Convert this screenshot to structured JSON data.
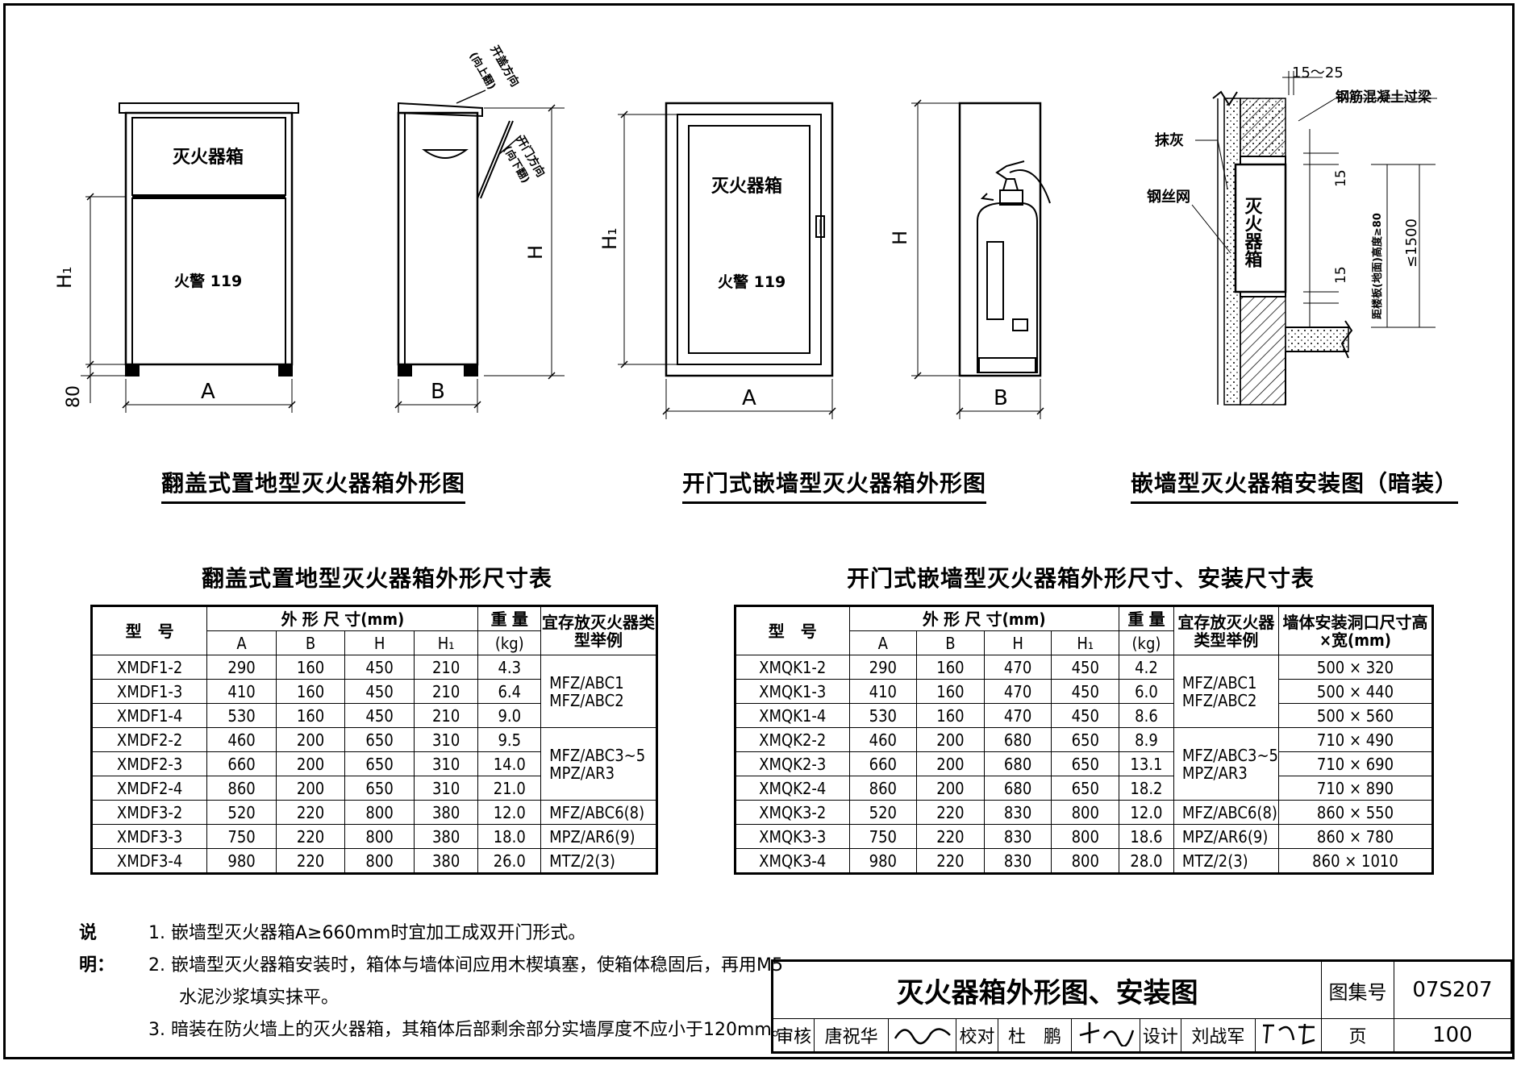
{
  "drawings": {
    "flip_box_label": "灭火器箱",
    "flip_box_phone": "火警 119",
    "flip_open_note": "开盖方向",
    "flip_open_note2": "(向上翻)",
    "flip_door_note": "开门方向",
    "flip_door_note2": "(向下翻)",
    "dim_H1": "H₁",
    "dim_80": "80",
    "dim_A": "A",
    "dim_B": "B",
    "dim_H": "H",
    "wall_box_label": "灭火器箱",
    "wall_box_phone": "火警 119",
    "install_dim_top": "15～25",
    "install_beam": "钢筋混凝土过梁",
    "install_plaster": "抹灰",
    "install_mesh": "钢丝网",
    "install_box_label": "灭火器箱",
    "install_15a": "15",
    "install_15b": "15",
    "install_height": "距楼板(地面)高度≥80",
    "install_1500": "≤1500"
  },
  "section_titles": {
    "flip": "翻盖式置地型灭火器箱外形图",
    "wall": "开门式嵌墙型灭火器箱外形图",
    "install": "嵌墙型灭火器箱安装图（暗装）"
  },
  "table1": {
    "title": "翻盖式置地型灭火器箱外形尺寸表",
    "h_model": "型　号",
    "h_dims": "外 形 尺 寸(mm)",
    "h_weight": "重 量",
    "h_weight_unit": "(kg)",
    "h_type": "宜存放灭火器类型举例",
    "cols": [
      "A",
      "B",
      "H",
      "H₁"
    ],
    "rows": [
      [
        "XMDF1-2",
        "290",
        "160",
        "450",
        "210",
        "4.3"
      ],
      [
        "XMDF1-3",
        "410",
        "160",
        "450",
        "210",
        "6.4"
      ],
      [
        "XMDF1-4",
        "530",
        "160",
        "450",
        "210",
        "9.0"
      ],
      [
        "XMDF2-2",
        "460",
        "200",
        "650",
        "310",
        "9.5"
      ],
      [
        "XMDF2-3",
        "660",
        "200",
        "650",
        "310",
        "14.0"
      ],
      [
        "XMDF2-4",
        "860",
        "200",
        "650",
        "310",
        "21.0"
      ],
      [
        "XMDF3-2",
        "520",
        "220",
        "800",
        "380",
        "12.0"
      ],
      [
        "XMDF3-3",
        "750",
        "220",
        "800",
        "380",
        "18.0"
      ],
      [
        "XMDF3-4",
        "980",
        "220",
        "800",
        "380",
        "26.0"
      ]
    ],
    "types": [
      "MFZ/ABC1\nMFZ/ABC2",
      "MFZ/ABC3~5\nMPZ/AR3",
      "MFZ/ABC6(8)",
      "MPZ/AR6(9)",
      "MTZ/2(3)"
    ]
  },
  "table2": {
    "title": "开门式嵌墙型灭火器箱外形尺寸、安装尺寸表",
    "h_model": "型　号",
    "h_dims": "外 形 尺 寸(mm)",
    "h_weight": "重 量",
    "h_weight_unit": "(kg)",
    "h_type": "宜存放灭火器类型举例",
    "h_opening": "墙体安装洞口尺寸高×宽(mm)",
    "cols": [
      "A",
      "B",
      "H",
      "H₁"
    ],
    "rows": [
      [
        "XMQK1-2",
        "290",
        "160",
        "470",
        "450",
        "4.2",
        "500 × 320"
      ],
      [
        "XMQK1-3",
        "410",
        "160",
        "470",
        "450",
        "6.0",
        "500 × 440"
      ],
      [
        "XMQK1-4",
        "530",
        "160",
        "470",
        "450",
        "8.6",
        "500 × 560"
      ],
      [
        "XMQK2-2",
        "460",
        "200",
        "680",
        "650",
        "8.9",
        "710 × 490"
      ],
      [
        "XMQK2-3",
        "660",
        "200",
        "680",
        "650",
        "13.1",
        "710 × 690"
      ],
      [
        "XMQK2-4",
        "860",
        "200",
        "680",
        "650",
        "18.2",
        "710 × 890"
      ],
      [
        "XMQK3-2",
        "520",
        "220",
        "830",
        "800",
        "12.0",
        "860 × 550"
      ],
      [
        "XMQK3-3",
        "750",
        "220",
        "830",
        "800",
        "18.6",
        "860 × 780"
      ],
      [
        "XMQK3-4",
        "980",
        "220",
        "830",
        "800",
        "28.0",
        "860 × 1010"
      ]
    ],
    "types": [
      "MFZ/ABC1\nMFZ/ABC2",
      "MFZ/ABC3~5\nMPZ/AR3",
      "MFZ/ABC6(8)",
      "MPZ/AR6(9)",
      "MTZ/2(3)"
    ]
  },
  "notes": {
    "label": "说明：",
    "items": [
      "1. 嵌墙型灭火器箱A≥660mm时宜加工成双开门形式。",
      "2. 嵌墙型灭火器箱安装时，箱体与墙体间应用木楔填塞，使箱体稳固后，再用M5",
      "水泥沙浆填实抹平。",
      "3. 暗装在防火墙上的灭火器箱，其箱体后部剩余部分实墙厚度不应小于120mm。"
    ]
  },
  "title_block": {
    "title": "灭火器箱外形图、安装图",
    "atlas_label": "图集号",
    "atlas_no": "07S207",
    "review_label": "审核",
    "review_name": "唐祝华",
    "check_label": "校对",
    "check_name": "杜　鹏",
    "design_label": "设计",
    "design_name": "刘战军",
    "page_label": "页",
    "page_no": "100"
  }
}
